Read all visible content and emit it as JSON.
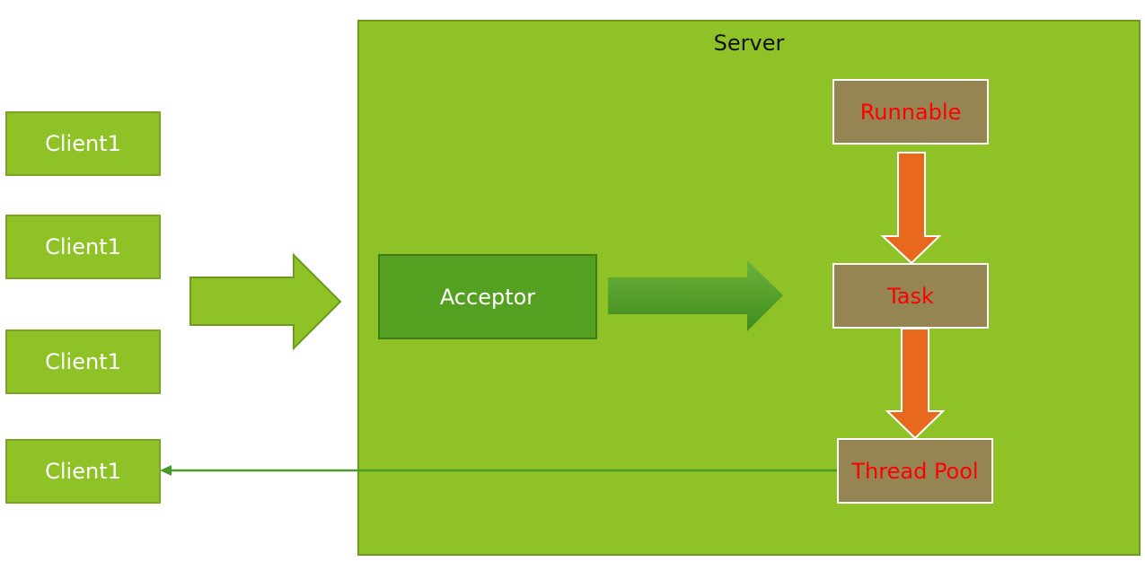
{
  "clients": [
    {
      "label": "Client1"
    },
    {
      "label": "Client1"
    },
    {
      "label": "Client1"
    },
    {
      "label": "Client1"
    }
  ],
  "server": {
    "label": "Server",
    "acceptor": "Acceptor",
    "runnable": "Runnable",
    "task": "Task",
    "thread_pool": "Thread Pool"
  },
  "colors": {
    "green": "#8fc226",
    "dark_green": "#54a020",
    "olive_box": "#948552",
    "orange_arrow": "#e8691d",
    "red_text": "#ff0000"
  }
}
